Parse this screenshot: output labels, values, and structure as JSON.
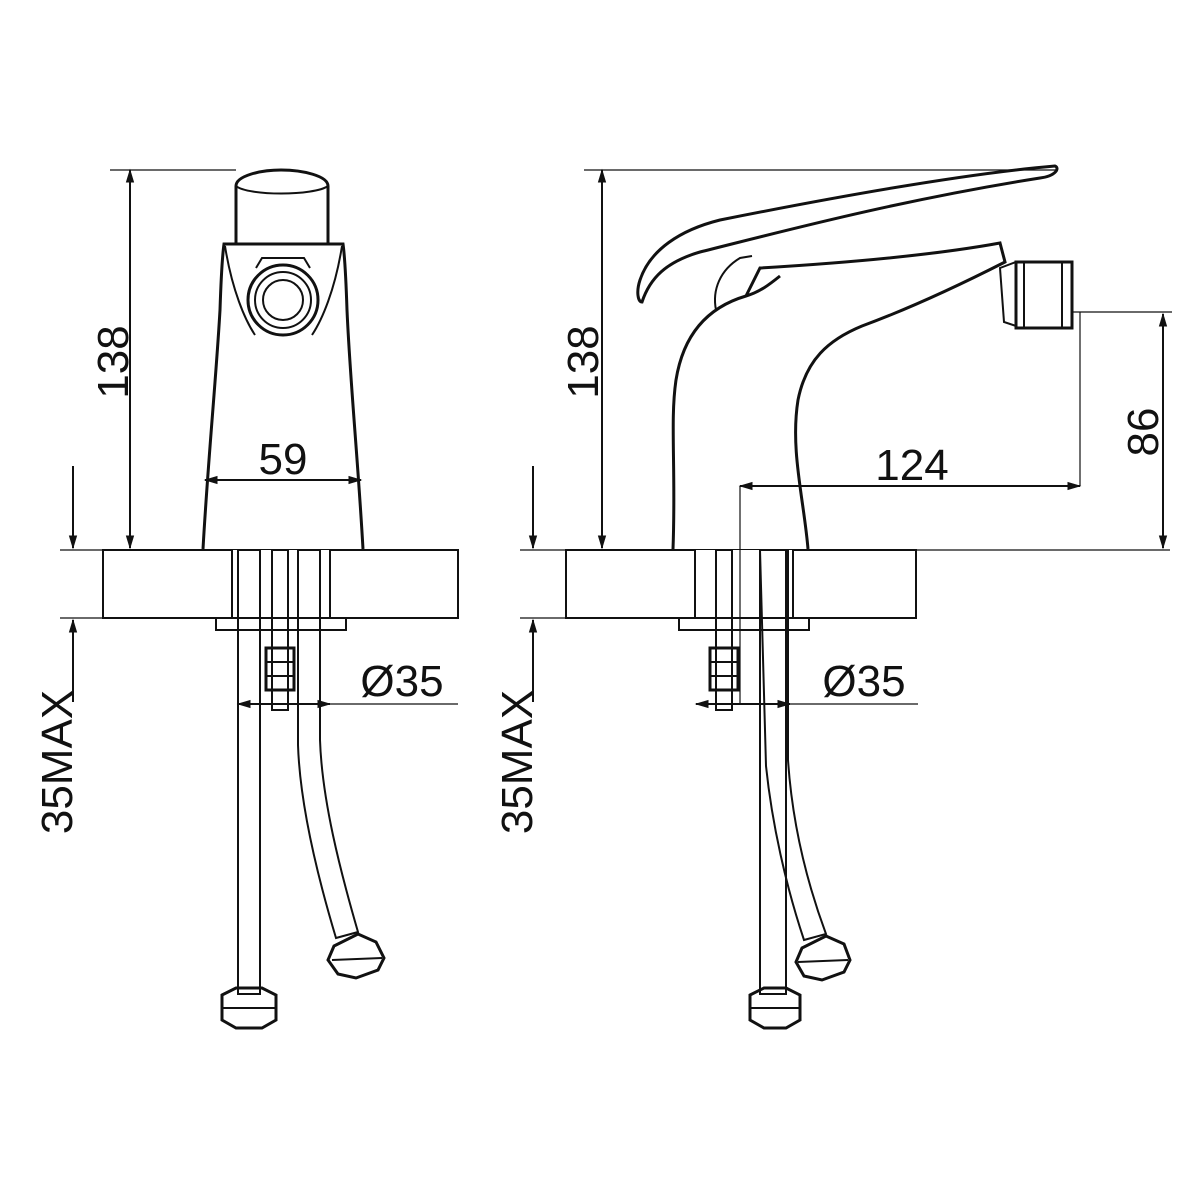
{
  "front_view": {
    "height_label": "138",
    "width_label": "59",
    "hole_label": "Ø35",
    "thickness_label": "35MAX"
  },
  "side_view": {
    "height_label": "138",
    "reach_label": "124",
    "spout_height_label": "86",
    "hole_label": "Ø35",
    "thickness_label": "35MAX"
  },
  "colors": {
    "line": "#111111",
    "background": "#ffffff"
  }
}
